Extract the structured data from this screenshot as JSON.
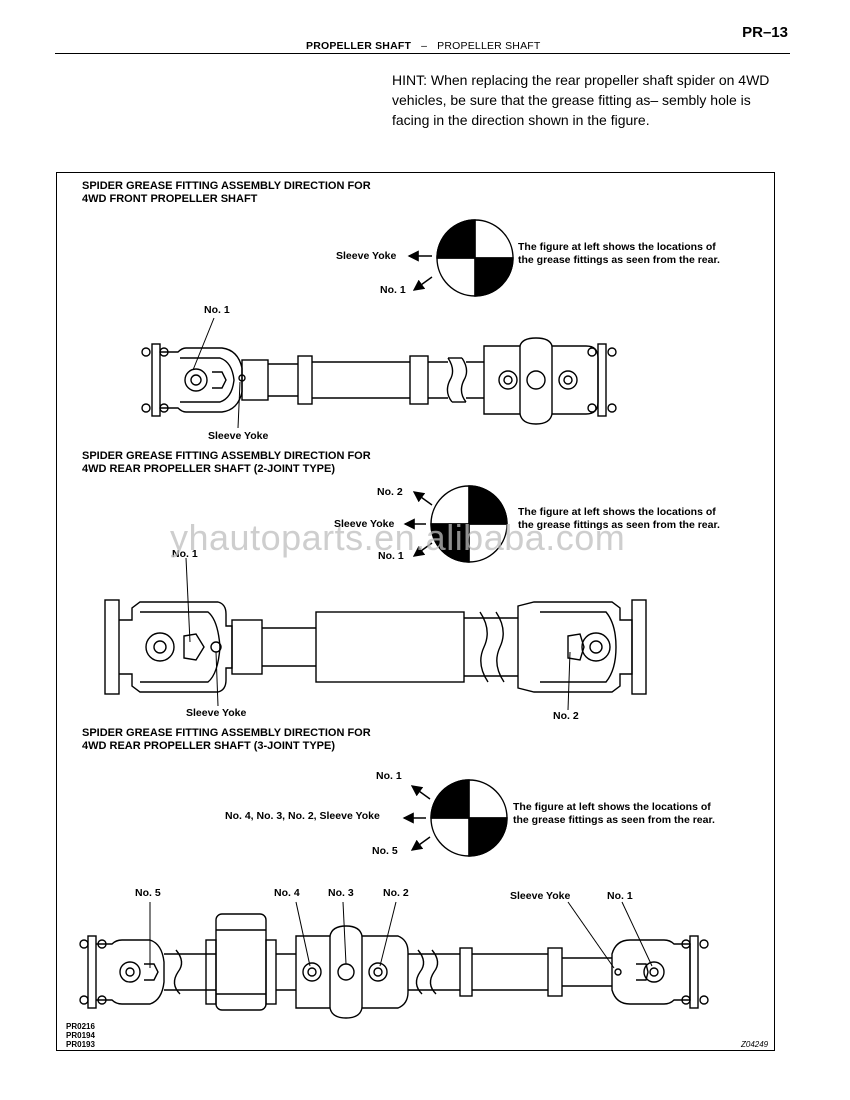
{
  "header": {
    "page": "PR–13",
    "section": "PROPELLER SHAFT",
    "separator": "–",
    "subsection": "PROPELLER SHAFT"
  },
  "hint": "HINT: When replacing the rear propeller shaft spider on 4WD vehicles, be sure that the grease fitting as– sembly hole is facing in the direction shown in the figure.",
  "front": {
    "heading1": "SPIDER GREASE FITTING ASSEMBLY DIRECTION FOR",
    "heading2": "4WD FRONT PROPELLER SHAFT",
    "arrow_left": "Sleeve Yoke",
    "arrow_down": "No. 1",
    "note": "The figure at left shows the locations of the grease fittings as seen from the rear.",
    "callout_top": "No. 1",
    "callout_bottom": "Sleeve Yoke"
  },
  "rear2": {
    "heading1": "SPIDER GREASE FITTING ASSEMBLY DIRECTION FOR",
    "heading2": "4WD REAR PROPELLER SHAFT (2-JOINT TYPE)",
    "arrow_up": "No. 2",
    "arrow_left": "Sleeve Yoke",
    "arrow_down": "No. 1",
    "note": "The figure at left shows the locations of the grease fittings as seen from the rear.",
    "callout_left": "No. 1",
    "callout_bottom_left": "Sleeve Yoke",
    "callout_bottom_right": "No. 2"
  },
  "rear3": {
    "heading1": "SPIDER GREASE FITTING ASSEMBLY DIRECTION FOR",
    "heading2": "4WD REAR PROPELLER SHAFT (3-JOINT TYPE)",
    "arrow_up": "No. 1",
    "arrow_left": "No. 4, No. 3, No. 2, Sleeve Yoke",
    "arrow_down": "No. 5",
    "note": "The figure at left shows the locations of the grease fittings as seen from the rear.",
    "callouts": [
      "No. 5",
      "No. 4",
      "No. 3",
      "No. 2",
      "Sleeve Yoke",
      "No. 1"
    ]
  },
  "codes": [
    "PR0216",
    "PR0194",
    "PR0193"
  ],
  "figure_id": "Z04249",
  "watermark": "yhautoparts.en.alibaba.com"
}
